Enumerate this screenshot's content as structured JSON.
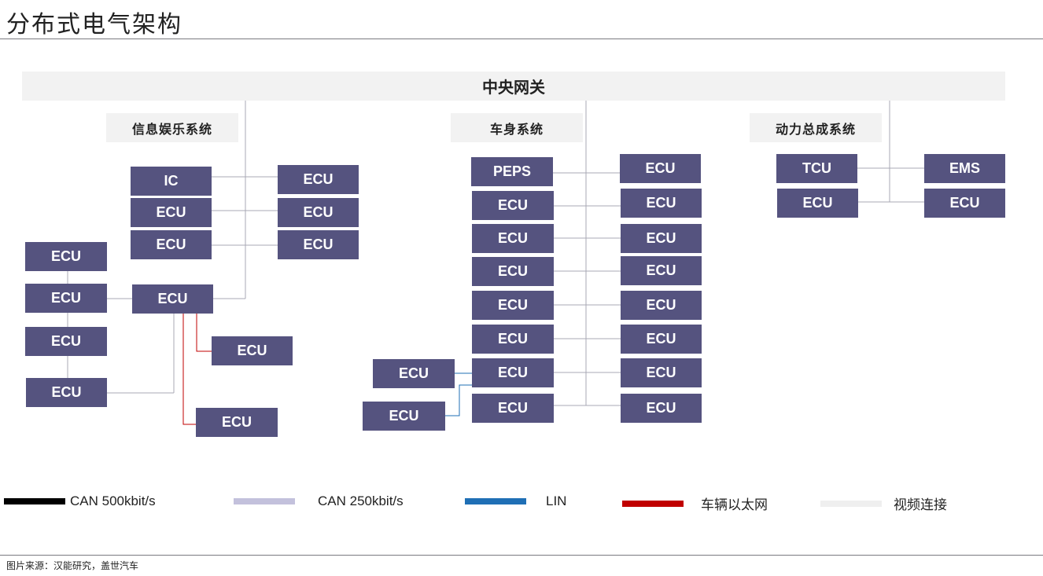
{
  "title": "分布式电气架构",
  "gateway": "中央网关",
  "groups": {
    "infotainment": "信息娱乐系统",
    "body": "车身系统",
    "powertrain": "动力总成系统"
  },
  "nodes": {
    "ic": "IC",
    "ecu": "ECU",
    "peps": "PEPS",
    "tcu": "TCU",
    "ems": "EMS"
  },
  "legend": [
    {
      "label": "CAN 500kbit/s",
      "color": "#000000"
    },
    {
      "label": "CAN 250kbit/s",
      "color": "#c3c1dc"
    },
    {
      "label": "LIN",
      "color": "#1f6fb5"
    },
    {
      "label": "车辆以太网",
      "color": "#c00000"
    },
    {
      "label": "视频连接",
      "color": "#efefef"
    }
  ],
  "source": "图片来源：汉能研究，盖世汽车"
}
